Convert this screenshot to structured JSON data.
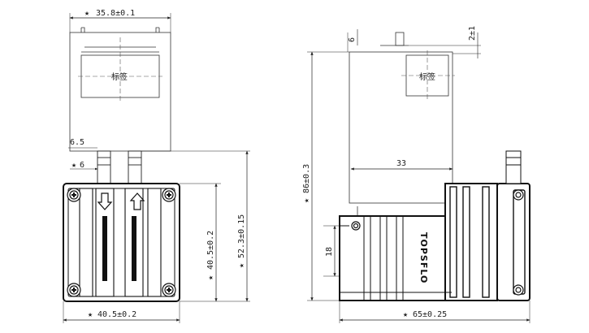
{
  "drawing": {
    "front_view": {
      "dim_width_top": "35.8±0.1",
      "dim_6_5": "6.5",
      "dim_6": "6",
      "dim_height_body": "40.5±0.2",
      "dim_height_total": "52.3±0.15",
      "dim_width_bottom": "40.5±0.2",
      "label_text": "标签"
    },
    "side_view": {
      "dim_6_top": "6",
      "dim_2": "2±1",
      "dim_33": "33",
      "dim_86": "86±0.3",
      "dim_18": "18",
      "dim_65": "65±0.25",
      "label_text": "标签",
      "brand_text": "TOPSFLO"
    },
    "star_mark": "★"
  }
}
